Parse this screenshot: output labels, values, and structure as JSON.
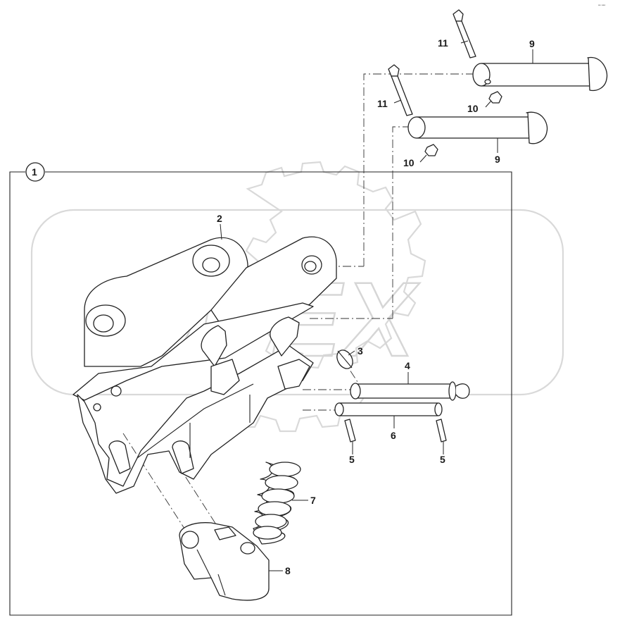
{
  "diagram": {
    "watermark": {
      "brand_text": "OPEX"
    },
    "corner_mark": "•• •••",
    "assembly_callout": "1",
    "callouts": {
      "frame": "2",
      "lynch_pin": "3",
      "pin_short": "4",
      "roll_pin_left": "5",
      "roll_pin_right": "5",
      "pin_long": "6",
      "spring": "7",
      "latch": "8",
      "main_pin_top": "9",
      "main_pin_bottom": "9",
      "nut_top": "10",
      "nut_bottom": "10",
      "bolt_top": "11",
      "bolt_bottom": "11"
    }
  }
}
